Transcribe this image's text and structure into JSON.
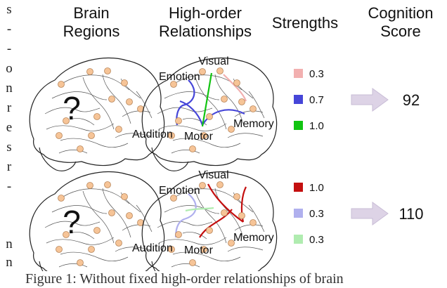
{
  "headers": {
    "brain_regions": [
      "Brain",
      "Regions"
    ],
    "relationships": [
      "High-order",
      "Relationships"
    ],
    "strengths": "Strengths",
    "cognition_score": [
      "Cognition",
      "Score"
    ]
  },
  "unknown_marker": "?",
  "node_labels": {
    "visual": "Visual",
    "emotion": "Emotion",
    "memory": "Memory",
    "audition": "Audition",
    "motor": "Motor"
  },
  "rows": [
    {
      "legend": [
        {
          "value": "0.3",
          "color": "#f2b0b0"
        },
        {
          "value": "0.7",
          "color": "#4646d8"
        },
        {
          "value": "1.0",
          "color": "#11c411"
        }
      ],
      "score": "92"
    },
    {
      "legend": [
        {
          "value": "1.0",
          "color": "#c40f0f"
        },
        {
          "value": "0.3",
          "color": "#b0b0ee"
        },
        {
          "value": "0.3",
          "color": "#b0ecb0"
        }
      ],
      "score": "110"
    }
  ],
  "colors": {
    "node_fill": "#f6c497",
    "node_stroke": "#b8865a",
    "arrow_fill": "#ddd3e6",
    "arrow_stroke": "#c8bcd6",
    "brain_outline": "#222222",
    "sulci": "#555555"
  },
  "side_text": [
    "s",
    "-",
    "-",
    "o",
    "n",
    "r",
    "e",
    "s",
    "r",
    "-",
    "n",
    "n"
  ],
  "caption": "Figure 1: Without fixed high-order relationships of brain"
}
